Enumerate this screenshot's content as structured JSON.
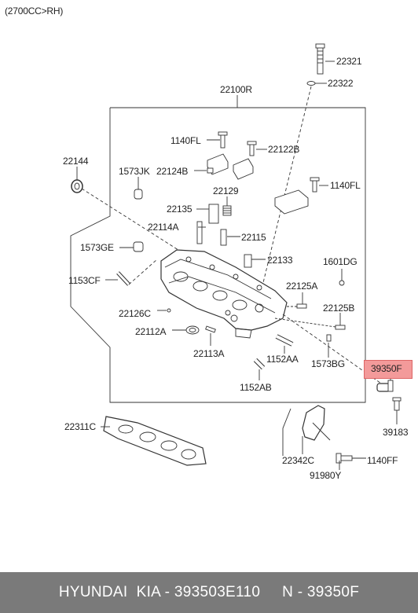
{
  "header": {
    "variant": "(2700CC>RH)"
  },
  "labels": {
    "l22321": "22321",
    "l22322": "22322",
    "l22100R": "22100R",
    "l1140FL_a": "1140FL",
    "l22122B": "22122B",
    "l22144": "22144",
    "l1573JK": "1573JK",
    "l22124B": "22124B",
    "l1140FL_b": "1140FL",
    "l22129": "22129",
    "l22135": "22135",
    "l22114A": "22114A",
    "l22115": "22115",
    "l1573GE": "1573GE",
    "l22133": "22133",
    "l1601DG": "1601DG",
    "l1153CF": "1153CF",
    "l22125A": "22125A",
    "l22126C": "22126C",
    "l22125B": "22125B",
    "l22112A": "22112A",
    "l22113A": "22113A",
    "l1152AA": "1152AA",
    "l1573BG": "1573BG",
    "l39350F": "39350F",
    "l1152AB": "1152AB",
    "l22311C": "22311C",
    "l39183": "39183",
    "l22342C": "22342C",
    "l1140FF": "1140FF",
    "l91980Y": "91980Y"
  },
  "highlight": {
    "part": "39350F",
    "color": "#f39a9a"
  },
  "footer": {
    "text": "HYUNDAI  KIA - 393503E110     N - 39350F"
  }
}
